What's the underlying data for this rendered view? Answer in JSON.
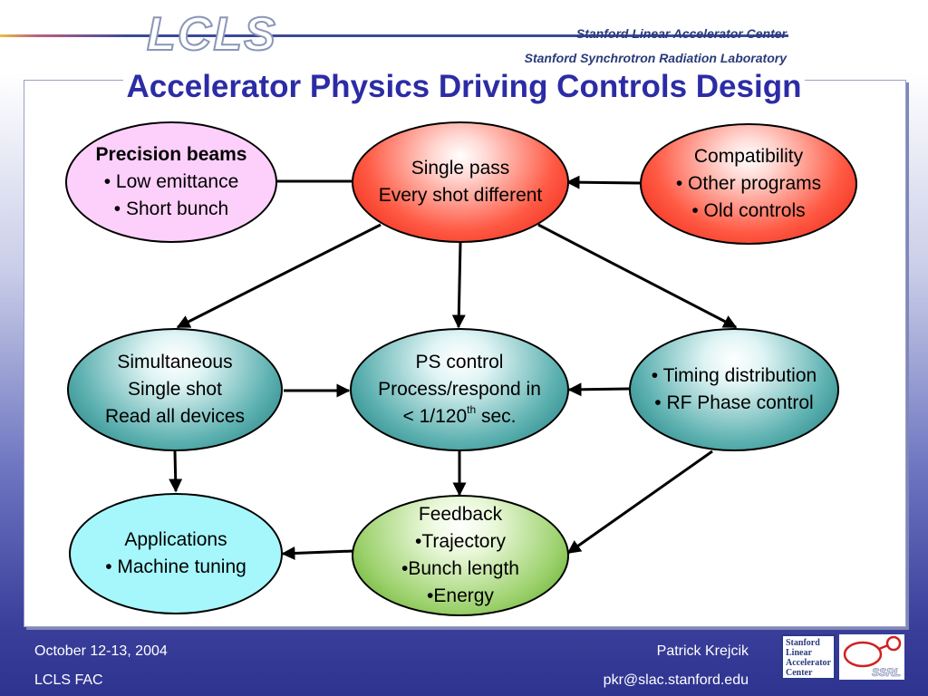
{
  "header": {
    "logo": "LCLS",
    "org_line1": "Stanford Linear Accelerator Center",
    "org_line2": "Stanford Synchrotron Radiation Laboratory"
  },
  "title": "Accelerator Physics Driving Controls Design",
  "nodes": {
    "precision": {
      "heading": "Precision beams",
      "line1": "• Low emittance",
      "line2": "• Short bunch"
    },
    "single_pass": {
      "line1": "Single pass",
      "line2": "Every shot different"
    },
    "compatibility": {
      "line1": "Compatibility",
      "line2": "• Other programs",
      "line3": "• Old controls"
    },
    "simultaneous": {
      "line1": "Simultaneous",
      "line2": "Single shot",
      "line3": "Read all devices"
    },
    "ps_control": {
      "line1": "PS control",
      "line2": "Process/respond in",
      "line3_pre": "< 1/120",
      "line3_sup": "th",
      "line3_post": " sec."
    },
    "timing": {
      "line1": "• Timing distribution",
      "line2": "• RF Phase control"
    },
    "applications": {
      "line1": "Applications",
      "line2": "• Machine tuning"
    },
    "feedback": {
      "line1": "Feedback",
      "line2": "•Trajectory",
      "line3": "•Bunch length",
      "line4": "•Energy"
    }
  },
  "footer": {
    "date": "October 12-13, 2004",
    "event": "LCLS FAC",
    "author": "Patrick Krejcik",
    "email": "pkr@slac.stanford.edu",
    "slac_logo_lines": [
      "Stanford",
      "Linear",
      "Accelerator",
      "Center"
    ],
    "ssrl_logo": "SSRL"
  },
  "colors": {
    "title": "#2c2ca6",
    "pink": "#fdd0fb",
    "red": "#ff5a44",
    "teal": "#5cb0b0",
    "cyan": "#a6f7fb",
    "green": "#9ad06a"
  }
}
